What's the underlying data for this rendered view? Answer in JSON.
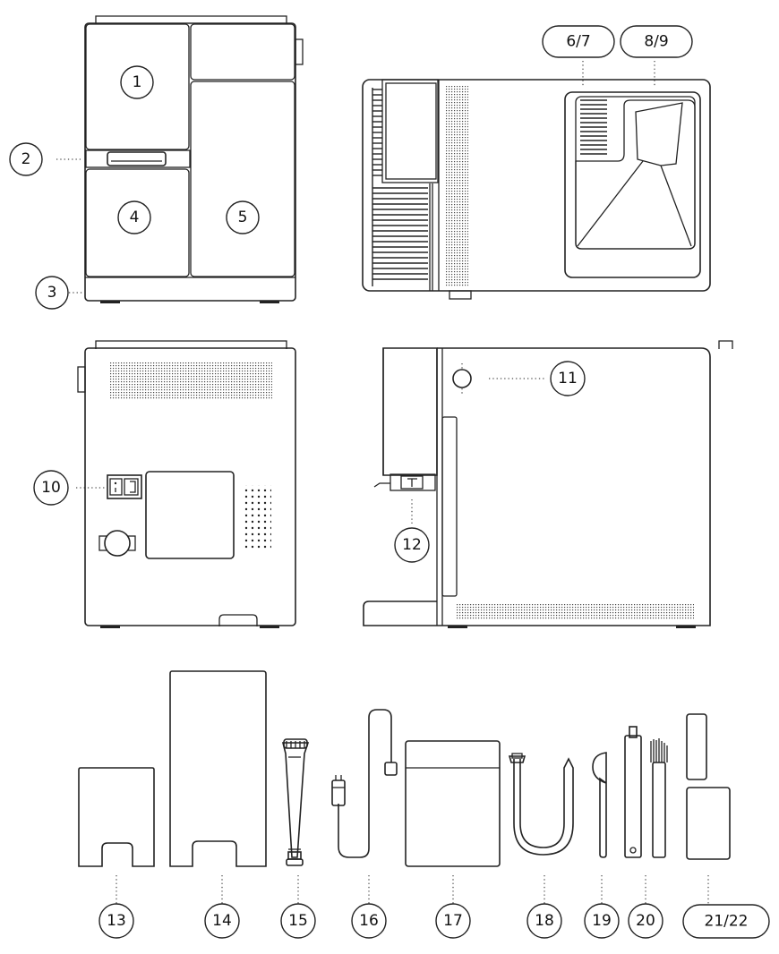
{
  "callouts": {
    "c1": "1",
    "c2": "2",
    "c3": "3",
    "c4": "4",
    "c5": "5",
    "c6_7": "6/7",
    "c8_9": "8/9",
    "c10": "10",
    "c11": "11",
    "c12": "12",
    "c13": "13",
    "c14": "14",
    "c15": "15",
    "c16": "16",
    "c17": "17",
    "c18": "18",
    "c19": "19",
    "c20": "20",
    "c21_22": "21/22"
  },
  "colors": {
    "line": "#222222",
    "background": "#ffffff"
  }
}
